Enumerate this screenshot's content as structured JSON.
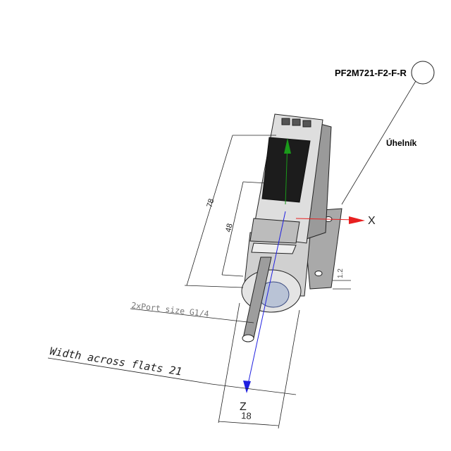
{
  "part_number": "PF2M721-F2-F-R",
  "bracket_label": "Úhelník",
  "dimensions": {
    "height_total": "78",
    "height_display": "48",
    "bracket_thickness": "1.2",
    "port_note": "2xPort size G1/4",
    "width_flats": "Width across flats 21",
    "width_body": "18"
  },
  "axes": {
    "x_label": "X",
    "z_label": "Z",
    "x_color": "#e82020",
    "y_color": "#1a9a1a",
    "z_color": "#2020e0"
  }
}
